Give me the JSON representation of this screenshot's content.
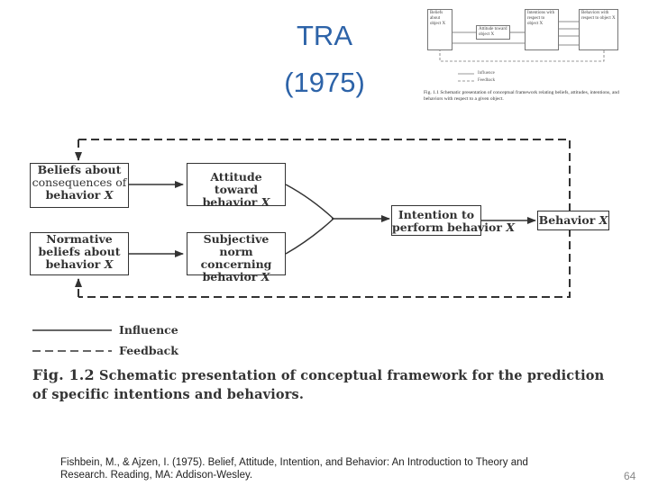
{
  "slide": {
    "title_line1": "TRA",
    "title_line2": "(1975)",
    "citation_line1": "Fishbein, M., & Ajzen, I. (1975). Belief, Attitude, Intention, and Behavior: An Introduction to Theory and",
    "citation_line2": "Research. Reading, MA: Addison-Wesley.",
    "page_number": "64"
  },
  "thumbnail": {
    "box1": [
      "Beliefs about",
      "object X"
    ],
    "box2": [
      "Attitude toward",
      "object X"
    ],
    "box3": [
      "Intentions with",
      "respect to object X"
    ],
    "box4": [
      "Behaviors with",
      "respect to object X"
    ],
    "legend_influence": "Influence",
    "legend_feedback": "Feedback",
    "caption": "Fig. 1.1 Schematic presentation of conceptual framework relating beliefs, attitudes, intentions, and behaviors with respect to a given object."
  },
  "diagram": {
    "beliefs": {
      "line1": "Beliefs about",
      "line2": "consequences of",
      "line3a": "behavior ",
      "line3b": "X"
    },
    "normative": {
      "line1": "Normative",
      "line2": "beliefs about",
      "line3a": "behavior ",
      "line3b": "X"
    },
    "attitude": {
      "line1": "Attitude toward",
      "line2a": "behavior ",
      "line2b": "X"
    },
    "subjective": {
      "line1": "Subjective",
      "line2": "norm concerning",
      "line3a": "behavior ",
      "line3b": "X"
    },
    "intention": {
      "line1": "Intention to",
      "line2a": "perform behavior ",
      "line2b": "X"
    },
    "behavior": {
      "line1a": "Behavior ",
      "line1b": "X"
    },
    "legend_influence": "Influence",
    "legend_feedback": "Feedback",
    "caption_fig": "Fig. 1.2",
    "caption_text": " Schematic presentation of conceptual framework for the prediction of specific intentions and behaviors."
  }
}
